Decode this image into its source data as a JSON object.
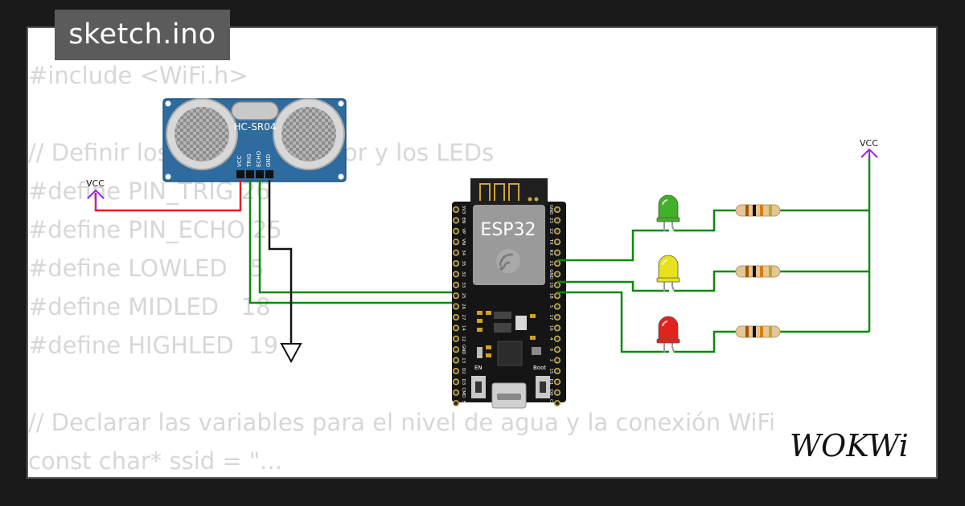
{
  "file_tab": {
    "name": "sketch.ino"
  },
  "code": {
    "lines": [
      "#include <WiFi.h>",
      "",
      "// Definir los pines del sensor y los LEDs",
      "#define PIN_TRIG 26",
      "#define PIN_ECHO 25",
      "#define LOWLED   5",
      "#define MIDLED   18",
      "#define HIGHLED  19",
      "",
      "// Declarar las variables para el nivel de agua y la conexión WiFi",
      "const char* ssid = \"..."
    ]
  },
  "circuit": {
    "sensor": {
      "model": "HC-SR04",
      "pins": [
        "VCC",
        "TRIG",
        "ECHO",
        "GND"
      ]
    },
    "board": {
      "label": "ESP32",
      "button_en": "EN",
      "button_boot": "Boot",
      "left_pins": [
        "3V3",
        "EN",
        "VP",
        "VN",
        "34",
        "35",
        "32",
        "33",
        "25",
        "26",
        "27",
        "14",
        "12",
        "GND",
        "13",
        "D2",
        "D3",
        "CMD",
        "5V"
      ],
      "right_pins": [
        "GND",
        "23",
        "22",
        "TX",
        "RX",
        "21",
        "GND",
        "19",
        "18",
        "5",
        "17",
        "16",
        "4",
        "0",
        "2",
        "15",
        "D1",
        "D0",
        "CLK"
      ]
    },
    "vcc_left": "VCC",
    "vcc_right": "VCC",
    "leds": [
      {
        "color": "green",
        "hex": "#43b02a"
      },
      {
        "color": "yellow",
        "hex": "#e8e21c"
      },
      {
        "color": "red",
        "hex": "#e0241d"
      }
    ],
    "wire_colors": {
      "power": "#e81c1c",
      "signal": "#0a8a0a",
      "ground": "#111111",
      "vcc_symbol": "#a020f0"
    }
  },
  "brand": {
    "logo_text": "WOKWi"
  }
}
